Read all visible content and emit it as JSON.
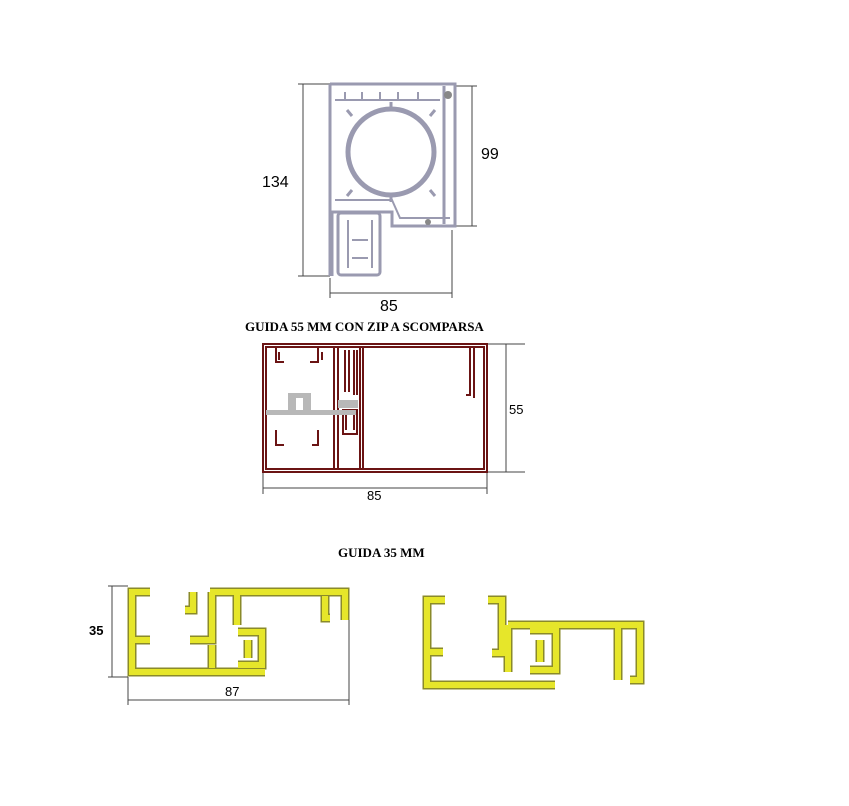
{
  "colors": {
    "box_profile": "#9a9ab0",
    "guide55_profile": "#6b1414",
    "guide55_insert": "#b8b8b8",
    "guide35_profile": "#e6e62a",
    "guide35_outline": "#8a8a2a",
    "dimension_line": "#444444"
  },
  "box_section": {
    "dim_height": "134",
    "dim_inner_height": "99",
    "dim_width": "85"
  },
  "guide55": {
    "title": "GUIDA 55 MM CON ZIP A SCOMPARSA",
    "dim_height": "55",
    "dim_width": "85"
  },
  "guide35": {
    "title": "GUIDA 35 MM",
    "dim_height": "35",
    "dim_width": "87"
  }
}
